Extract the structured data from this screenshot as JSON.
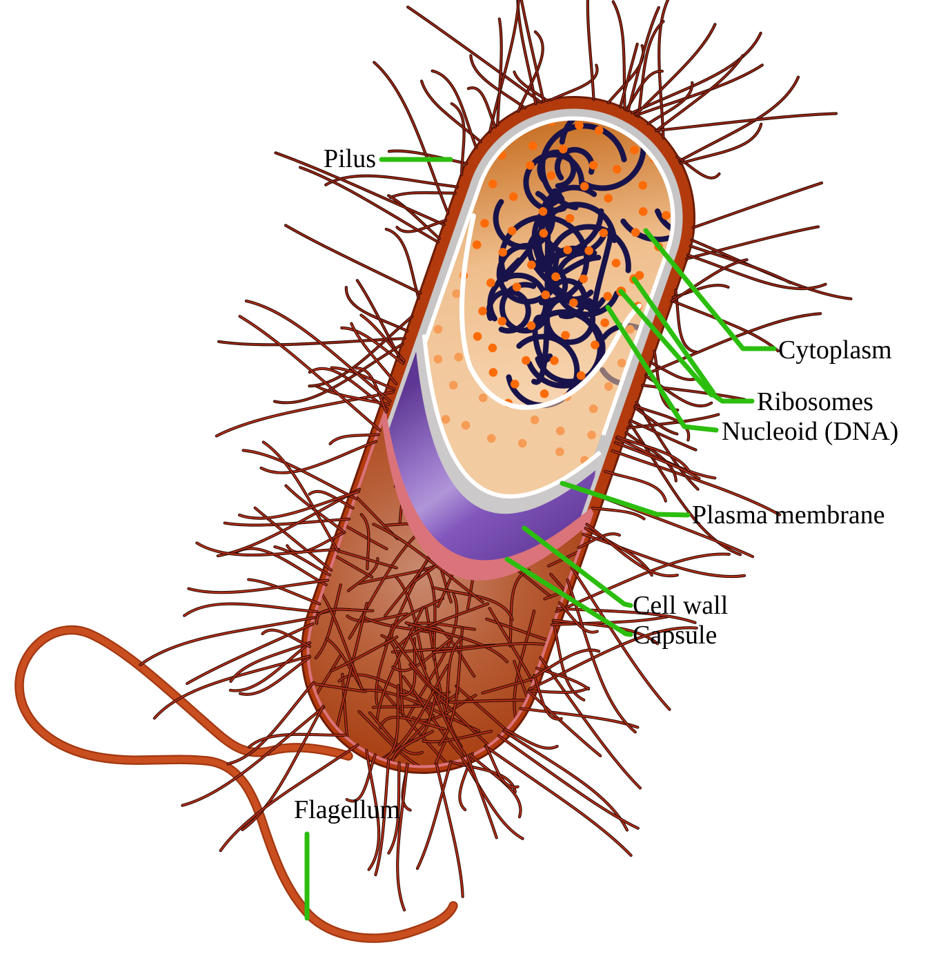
{
  "figure": {
    "type": "labeled-diagram",
    "subject": "Prokaryotic bacterial cell anatomy (cutaway view)",
    "labels": {
      "pilus": "Pilus",
      "cytoplasm": "Cytoplasm",
      "ribosomes": "Ribosomes",
      "nucleoid": "Nucleoid (DNA)",
      "plasma_membrane": "Plasma membrane",
      "cell_wall": "Cell wall",
      "capsule": "Capsule",
      "flagellum": "Flagellum"
    },
    "colors": {
      "leader_line_green": "#2CBE0E",
      "capsule_red": "#B23A0D",
      "capsule_cut_pink": "#DB737B",
      "cell_wall_purple": "#7B52B6",
      "plasma_membrane_gray": "#C7C5C5",
      "cytoplasm_orange_dark": "#C76E22",
      "cytoplasm_orange_light": "#F6D3AE",
      "ribosome_dot_orange": "#FD6B08",
      "nucleoid_navy": "#18134A",
      "pilus_red": "#B02C15",
      "flagellum_orange": "#C94E20",
      "label_text": "#000000"
    }
  }
}
